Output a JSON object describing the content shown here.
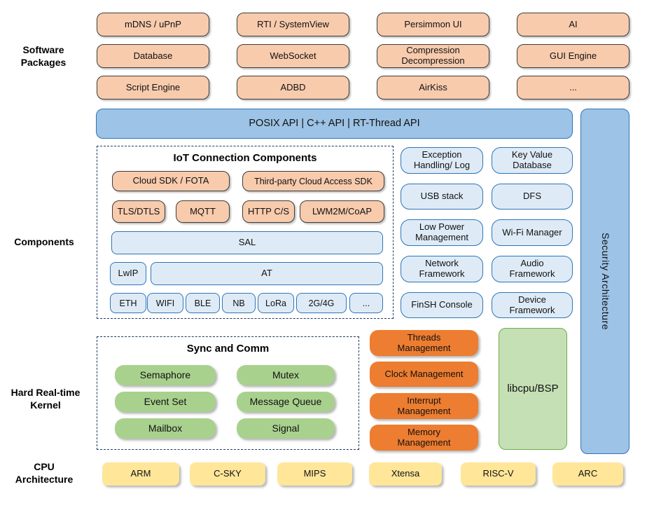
{
  "side_labels": {
    "software_packages": "Software\nPackages",
    "components": "Components",
    "kernel": "Hard Real-time\nKernel",
    "cpu": "CPU\nArchitecture"
  },
  "software_packages": {
    "items": [
      "mDNS / uPnP",
      "RTI / SystemView",
      "Persimmon UI",
      "AI",
      "Database",
      "WebSocket",
      "Compression\nDecompression",
      "GUI Engine",
      "Script Engine",
      "ADBD",
      "AirKiss",
      "..."
    ]
  },
  "api_bar": {
    "label": "POSIX API | C++ API | RT-Thread API"
  },
  "security_bar": {
    "label": "Security Architecture"
  },
  "iot": {
    "title": "IoT Connection Components",
    "cloud_sdk": "Cloud SDK / FOTA",
    "third_party": "Third-party Cloud Access SDK",
    "protocols": [
      "TLS/DTLS",
      "MQTT",
      "HTTP C/S",
      "LWM2M/CoAP"
    ],
    "sal": "SAL",
    "lwip": "LwIP",
    "at": "AT",
    "links": [
      "ETH",
      "WIFI",
      "BLE",
      "NB",
      "LoRa",
      "2G/4G",
      "..."
    ]
  },
  "component_boxes": {
    "items": [
      "Exception\nHandling/ Log",
      "Key Value\nDatabase",
      "USB stack",
      "DFS",
      "Low Power\nManagement",
      "Wi-Fi Manager",
      "Network\nFramework",
      "Audio\nFramework",
      "FinSH Console",
      "Device\nFramework"
    ]
  },
  "kernel": {
    "sync_title": "Sync and Comm",
    "sync_items": [
      "Semaphore",
      "Mutex",
      "Event Set",
      "Message Queue",
      "Mailbox",
      "Signal"
    ],
    "mgmt_items": [
      "Threads\nManagement",
      "Clock Management",
      "Interrupt\nManagement",
      "Memory\nManagement"
    ],
    "libcpu": "libcpu/BSP"
  },
  "cpu_row": {
    "items": [
      "ARM",
      "C-SKY",
      "MIPS",
      "Xtensa",
      "RISC-V",
      "ARC"
    ]
  },
  "colors": {
    "package_fill": "#F8CBAD",
    "api_fill": "#9DC3E6",
    "api_border": "#2E75B6",
    "component_fill": "#DEEBF7",
    "kernel_green": "#A9D18E",
    "kernel_orange": "#ED7D31",
    "libcpu_fill": "#C5E0B4",
    "cpu_yellow": "#FFE699",
    "dash_border": "#1F3864"
  }
}
